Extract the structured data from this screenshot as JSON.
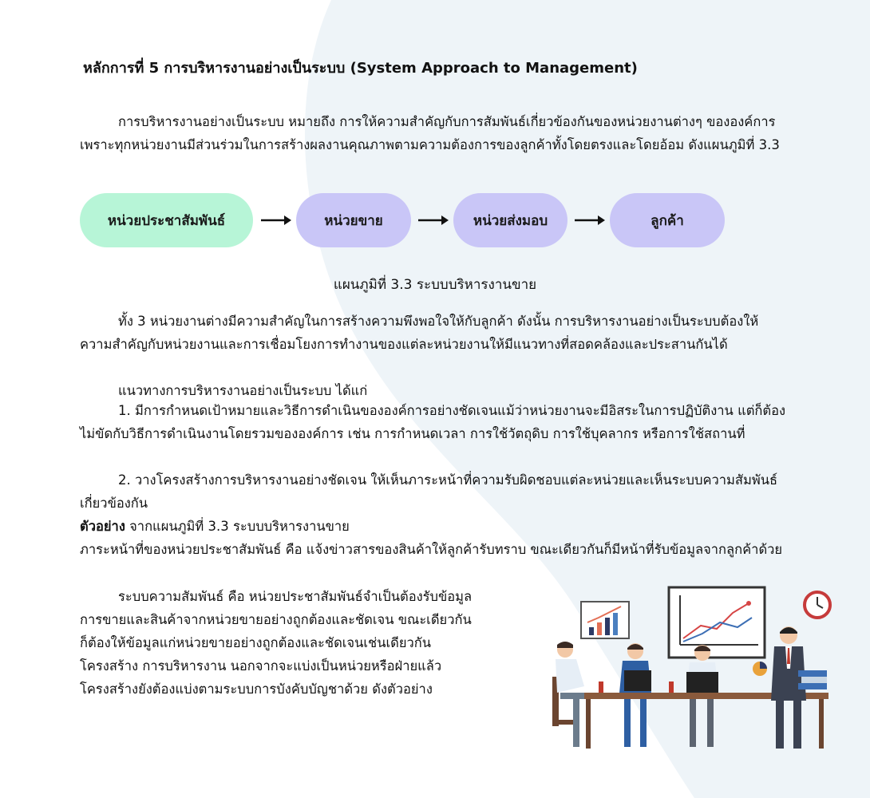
{
  "document": {
    "title": "หลักการที่ 5 การบริหารงานอย่างเป็นระบบ (System Approach to Management)",
    "intro": "การบริหารงานอย่างเป็นระบบ หมายถึง การให้ความสำคัญกับการสัมพันธ์เกี่ยวข้องกันของหน่วยงานต่างๆ ขององค์การ เพราะทุกหน่วยงานมีส่วนร่วมในการสร้างผลงานคุณภาพตามความต้องการของลูกค้าทั้งโดยตรงและโดยอ้อม ดังแผนภูมิที่ 3.3",
    "flow": {
      "step1": "หน่วยประชาสัมพันธ์",
      "step2": "หน่วยขาย",
      "step3": "หน่วยส่งมอบ",
      "step4": "ลูกค้า"
    },
    "caption": "แผนภูมิที่ 3.3 ระบบบริหารงานขาย",
    "para_importance": "ทั้ง 3 หน่วยงานต่างมีความสำคัญในการสร้างความพึงพอใจให้กับลูกค้า ดังนั้น การบริหารงานอย่างเป็นระบบต้องให้ความสำคัญกับหน่วยงานและการเชื่อมโยงการทำงานของแต่ละหน่วยงานให้มีแนวทางที่สอดคล้องและประสานกันได้",
    "guidelines_heading": "แนวทางการบริหารงานอย่างเป็นระบบ ได้แก่",
    "item1": "1. มีการกำหนดเป้าหมายและวิธีการดำเนินขององค์การอย่างชัดเจนแม้ว่าหน่วยงานจะมีอิสระในการปฏิบัติงาน แต่ก็ต้องไม่ขัดกับวิธีการดำเนินงานโดยรวมขององค์การ เช่น การกำหนดเวลา การใช้วัตถุดิบ การใช้บุคลากร หรือการใช้สถานที่",
    "item2": "2. วางโครงสร้างการบริหารงานอย่างชัดเจน ให้เห็นภาระหน้าที่ความรับผิดชอบแต่ละหน่วยและเห็นระบบความสัมพันธ์เกี่ยวข้องกัน",
    "example_label": "ตัวอย่าง",
    "example_text": " จากแผนภูมิที่ 3.3 ระบบบริหารงานขาย",
    "example_detail": "ภาระหน้าที่ของหน่วยประชาสัมพันธ์ คือ แจ้งข่าวสารของสินค้าให้ลูกค้ารับทราบ ขณะเดียวกันก็มีหน้าที่รับข้อมูลจากลูกค้าด้วย",
    "relation_lines": [
      "ระบบความสัมพันธ์ คือ หน่วยประชาสัมพันธ์จำเป็นต้องรับข้อมูล",
      "การขายและสินค้าจากหน่วยขายอย่างถูกต้องและชัดเจน ขณะเดียวกัน",
      "ก็ต้องให้ข้อมูลแก่หน่วยขายอย่างถูกต้องและชัดเจนเช่นเดียวกัน",
      "โครงสร้าง การบริหารงาน นอกจากจะแบ่งเป็นหน่วยหรือฝ่ายแล้ว",
      "โครงสร้างยังต้องแบ่งตามระบบการบังคับบัญชาด้วย ดังตัวอย่าง"
    ]
  },
  "colors": {
    "pill_green": "#b7f5d7",
    "pill_purple": "#c9c6f7",
    "background_wave": "#eef4f8"
  },
  "icons": [
    "arrow-right-icon",
    "meeting-illustration",
    "clock-icon",
    "bar-chart-icon",
    "line-chart-board-icon"
  ]
}
